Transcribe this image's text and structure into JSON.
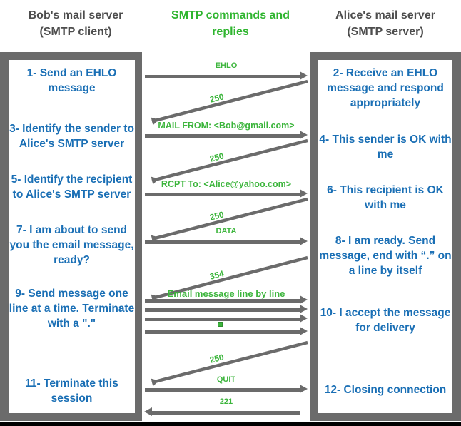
{
  "diagram": {
    "title_left": "Bob's mail server\n(SMTP client)",
    "title_mid": "SMTP commands and\nreplies",
    "title_right": "Alice's mail server\n(SMTP server)",
    "colors": {
      "client_text": "#1a6fb5",
      "server_text": "#1a6fb5",
      "command_text": "#3cb53c",
      "header_grey": "#4d4d4d",
      "frame_grey": "#6b6b6b",
      "green_accent": "#2fb52f"
    }
  },
  "headers": {
    "left_line1": "Bob's mail server",
    "left_line2": "(SMTP client)",
    "mid_line1": "SMTP commands and",
    "mid_line2": "replies",
    "right_line1": "Alice's mail server",
    "right_line2": "(SMTP server)"
  },
  "client_steps": [
    {
      "id": "step-1",
      "text": "1- Send an EHLO message"
    },
    {
      "id": "step-3",
      "text": "3- Identify the sender to Alice's SMTP server"
    },
    {
      "id": "step-5",
      "text": "5- Identify\nthe recipient to Alice's SMTP server"
    },
    {
      "id": "step-7",
      "text": "7- I am about to send you the email message, ready?"
    },
    {
      "id": "step-9",
      "text": "9- Send message one line at a time. Terminate with a \".\""
    },
    {
      "id": "step-11",
      "text": "11- Terminate this session"
    }
  ],
  "server_steps": [
    {
      "id": "step-2",
      "text": "2- Receive an EHLO message and respond appropriately"
    },
    {
      "id": "step-4",
      "text": "4- This sender is OK with me"
    },
    {
      "id": "step-6",
      "text": "6- This recipient is OK with me"
    },
    {
      "id": "step-8",
      "text": "8-  I am ready. Send message, end with “.” on a line by itself"
    },
    {
      "id": "step-10",
      "text": "10-  I accept the message for delivery"
    },
    {
      "id": "step-12",
      "text": "12-  Closing connection"
    }
  ],
  "messages": [
    {
      "id": "msg-ehlo",
      "label": "EHLO",
      "direction": "client-to-server"
    },
    {
      "id": "reply-250-a",
      "label": "250",
      "direction": "server-to-client"
    },
    {
      "id": "msg-mail-from",
      "label": "MAIL FROM: <Bob@gmail.com>",
      "direction": "client-to-server"
    },
    {
      "id": "reply-250-b",
      "label": "250",
      "direction": "server-to-client"
    },
    {
      "id": "msg-rcpt-to",
      "label": "RCPT To: <Alice@yahoo.com>",
      "direction": "client-to-server"
    },
    {
      "id": "reply-250-c",
      "label": "250",
      "direction": "server-to-client"
    },
    {
      "id": "msg-data",
      "label": "DATA",
      "direction": "client-to-server"
    },
    {
      "id": "reply-354",
      "label": "354",
      "direction": "server-to-client"
    },
    {
      "id": "msg-email-lines",
      "label": "Email message line by line",
      "direction": "client-to-server"
    },
    {
      "id": "msg-line-2",
      "label": "",
      "direction": "client-to-server"
    },
    {
      "id": "msg-line-3",
      "label": "",
      "direction": "client-to-server"
    },
    {
      "id": "msg-terminator",
      "label": "",
      "direction": "client-to-server"
    },
    {
      "id": "reply-250-d",
      "label": "250",
      "direction": "server-to-client"
    },
    {
      "id": "msg-quit",
      "label": "QUIT",
      "direction": "client-to-server"
    },
    {
      "id": "reply-221",
      "label": "221",
      "direction": "server-to-client"
    }
  ]
}
